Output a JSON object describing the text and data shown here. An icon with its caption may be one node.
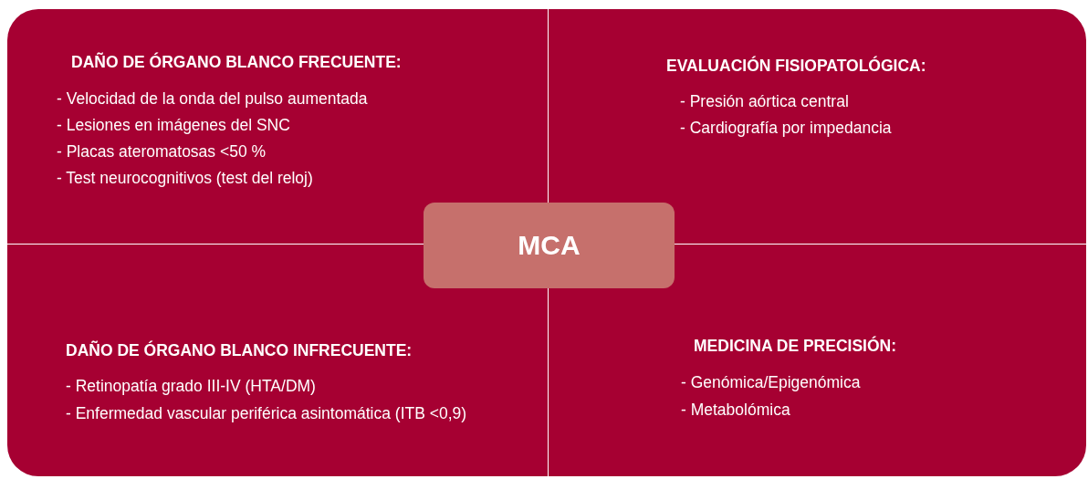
{
  "diagram": {
    "nodes": [
      {
        "text": [
          "DAÑO DE ÓRGANO BLANCO FRECUENTE:",
          "- Velocidad de la onda del pulso aumentada",
          "- Lesiones en imágenes del SNC",
          "- Placas ateromatosas <50 %",
          "- Test neurocognitivos (test del reloj)"
        ]
      },
      {
        "text": [
          "EVALUACIÓN FISIOPATOLÓGICA:",
          "- Presión aórtica central",
          "- Cardiografía por impedancia"
        ]
      },
      {
        "text": [
          "DAÑO DE ÓRGANO BLANCO INFRECUENTE:",
          "- Retinopatía grado III-IV (HTA/DM)",
          "- Enfermedad vascular periférica asintomática (ITB <0,9)"
        ]
      },
      {
        "text": [
          "MEDICINA DE PRECISIÓN:",
          "- Genómica/Epigenómica",
          "- Metabolómica"
        ]
      },
      {
        "text": [
          "MCA"
        ]
      }
    ]
  }
}
